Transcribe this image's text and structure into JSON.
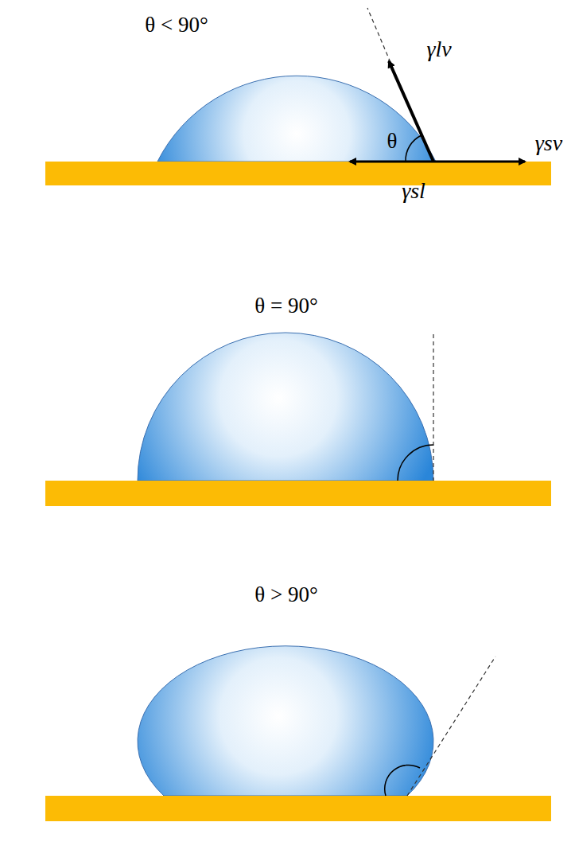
{
  "diagram": {
    "labels": [
      "θ < 90°",
      "γlv",
      "θ",
      "γsv",
      "γsl",
      "θ = 90°",
      "θ > 90°"
    ]
  }
}
